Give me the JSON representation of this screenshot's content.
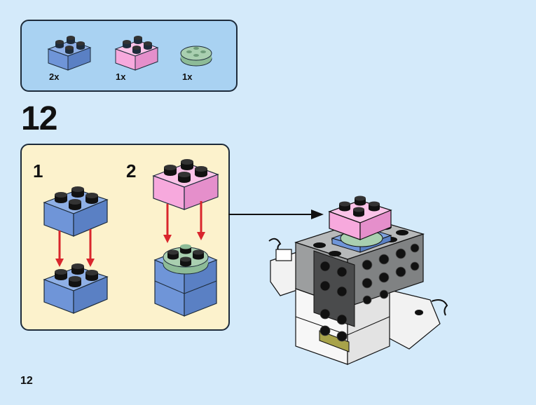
{
  "parts_list": {
    "items": [
      {
        "name": "blue-2x2-brick",
        "qty": "2x",
        "color": "#6f95d8"
      },
      {
        "name": "pink-2x2-brick",
        "qty": "1x",
        "color": "#f7a9dd"
      },
      {
        "name": "sand-green-round-plate",
        "qty": "1x",
        "color": "#a9cfb0"
      }
    ]
  },
  "step": {
    "number": "12"
  },
  "sub_steps": [
    {
      "label": "1"
    },
    {
      "label": "2"
    }
  ],
  "page": {
    "number": "12"
  },
  "colors": {
    "background": "#d4eafa",
    "parts_panel": "#a9d2f2",
    "sub_panel": "#fcf2cc",
    "arrow": "#d9262c",
    "blue_brick": "#6f95d8",
    "pink_brick": "#f7a9dd",
    "sand_green": "#a9cfb0",
    "dark_gray": "#8a8c8e",
    "black_stud": "#111111",
    "white": "#ffffff"
  }
}
